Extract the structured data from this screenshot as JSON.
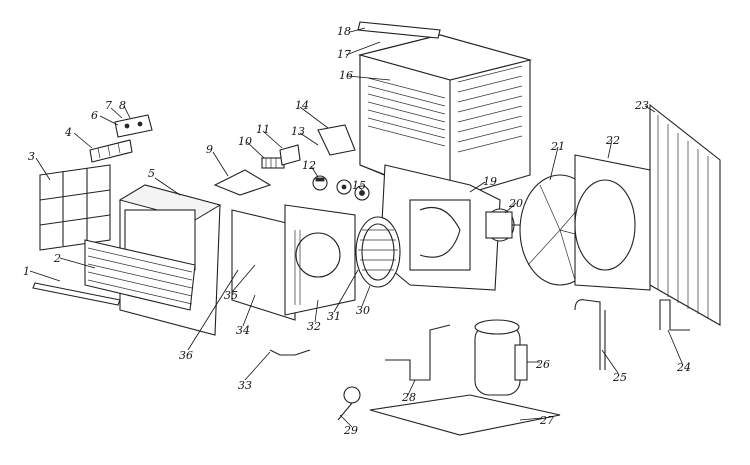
{
  "labels": [
    "1",
    "2",
    "3",
    "4",
    "5",
    "6",
    "7",
    "8",
    "9",
    "10",
    "11",
    "12",
    "13",
    "14",
    "15",
    "16",
    "17",
    "18",
    "19",
    "20",
    "21",
    "22",
    "23",
    "24",
    "25",
    "26",
    "27",
    "28",
    "29",
    "30",
    "31",
    "32",
    "33",
    "34",
    "35",
    "36"
  ]
}
